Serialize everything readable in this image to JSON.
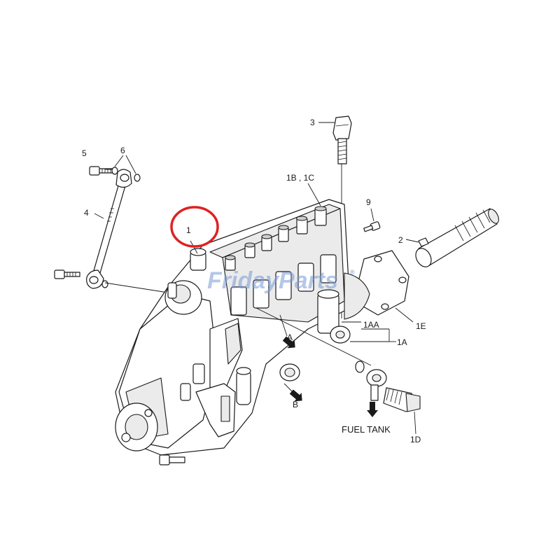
{
  "labels": {
    "l1": "1",
    "l1b1c": "1B , 1C",
    "l3": "3",
    "l4": "4",
    "l5": "5",
    "l6": "6",
    "l9": "9",
    "l2": "2",
    "l1aa": "1AA",
    "l1a": "1A",
    "l1e": "1E",
    "l1d": "1D",
    "lA": "A",
    "lB": "B",
    "fuel": "FUEL TANK"
  },
  "watermark": {
    "text": "FridayParts",
    "registered": "®"
  },
  "colors": {
    "highlight_circle": "#e02020",
    "watermark": "#7a9ad6"
  }
}
